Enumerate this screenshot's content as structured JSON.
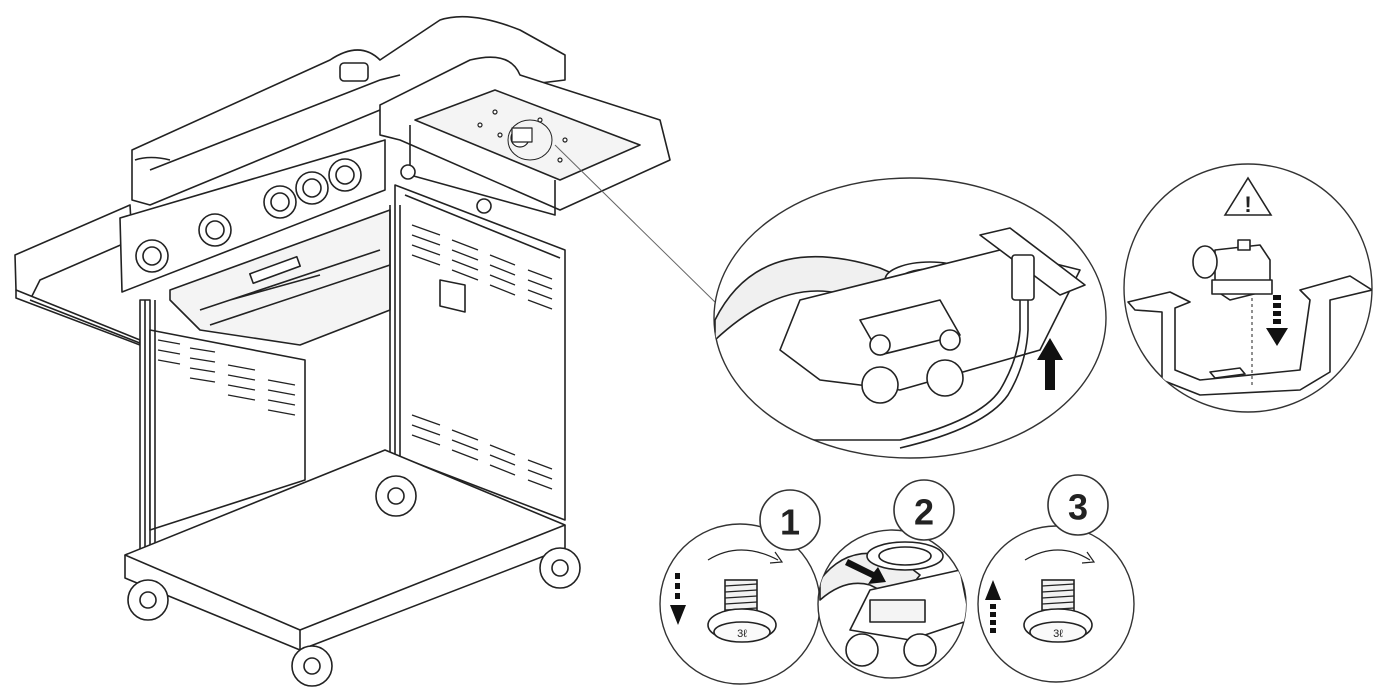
{
  "steps": [
    {
      "number": "1",
      "bolt_mark": "3ℓ"
    },
    {
      "number": "2"
    },
    {
      "number": "3",
      "bolt_mark": "3ℓ"
    }
  ],
  "warning": {
    "glyph": "!"
  },
  "icons": {
    "grill": "gas-grill-illustration",
    "valve_detail": "side-burner-valve-detail",
    "warning": "warning-triangle-icon",
    "arrow_down": "dashed-arrow-down-icon",
    "arrow_up": "arrow-up-icon"
  },
  "colors": {
    "line": "#222222",
    "fill": "#ffffff",
    "shade": "#e6e6e6"
  }
}
